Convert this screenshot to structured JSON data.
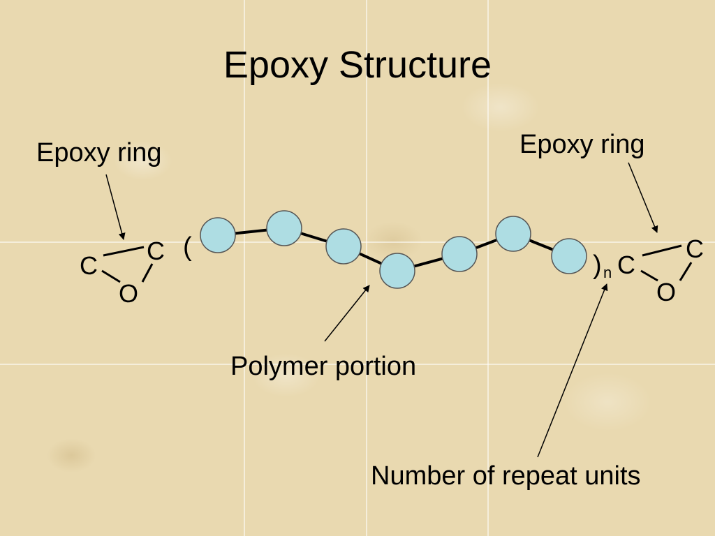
{
  "slide": {
    "title": "Epoxy Structure",
    "labels": {
      "epoxy_ring_left": "Epoxy ring",
      "epoxy_ring_right": "Epoxy ring",
      "polymer_portion": "Polymer portion",
      "repeat_units": "Number of repeat units"
    },
    "atoms": {
      "carbon": "C",
      "oxygen": "O",
      "open_paren": "(",
      "close_paren": ")",
      "subscript": "n"
    },
    "colors": {
      "bead_fill": "#aedde3",
      "bead_stroke": "#555555",
      "background": "#e9d9b0"
    }
  }
}
